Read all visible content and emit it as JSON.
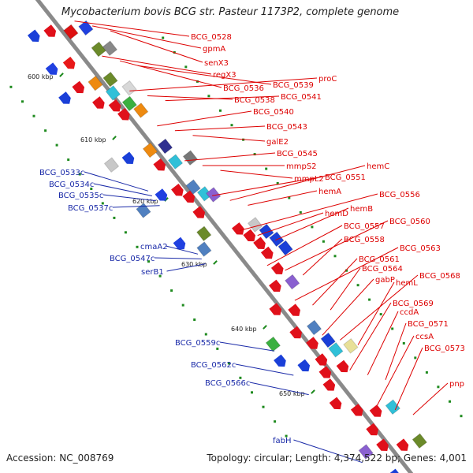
{
  "title": "Mycobacterium bovis BCG str. Pasteur 1173P2, complete genome",
  "accession": "Accession: NC_008769",
  "summary": "Topology: circular; Length: 4,374,522 bp; Genes: 4,001",
  "colors": {
    "backbone": "#8a8a8a",
    "label_plus": "#dd0000",
    "label_minus": "#1a2aa8",
    "tick_green": "#1e8a1e"
  },
  "scale_ticks": [
    "600 kbp",
    "610 kbp",
    "620 kbp",
    "630 kbp",
    "640 kbp",
    "650 kbp"
  ],
  "genes_plus": [
    "BCG_0528",
    "gpmA",
    "senX3",
    "regX3",
    "BCG_0536",
    "BCG_0539",
    "proC",
    "BCG_0538",
    "BCG_0541",
    "BCG_0540",
    "BCG_0543",
    "galE2",
    "BCG_0545",
    "mmpS2",
    "mmpL2",
    "BCG_0551",
    "hemC",
    "hemA",
    "BCG_0556",
    "hemD",
    "hemB",
    "BCG_0557",
    "BCG_0560",
    "BCG_0558",
    "BCG_0563",
    "BCG_0561",
    "BCG_0564",
    "gabP",
    "BCG_0568",
    "hemL",
    "BCG_0569",
    "ccdA",
    "BCG_0571",
    "ccsA",
    "BCG_0573",
    "pnp"
  ],
  "genes_minus": [
    "BCG_0533c",
    "BCG_0534c",
    "BCG_0535c",
    "BCG_0537c",
    "cmaA2",
    "BCG_0547c",
    "serB1",
    "BCG_0559c",
    "BCG_0562c",
    "BCG_0566c",
    "fabH"
  ]
}
